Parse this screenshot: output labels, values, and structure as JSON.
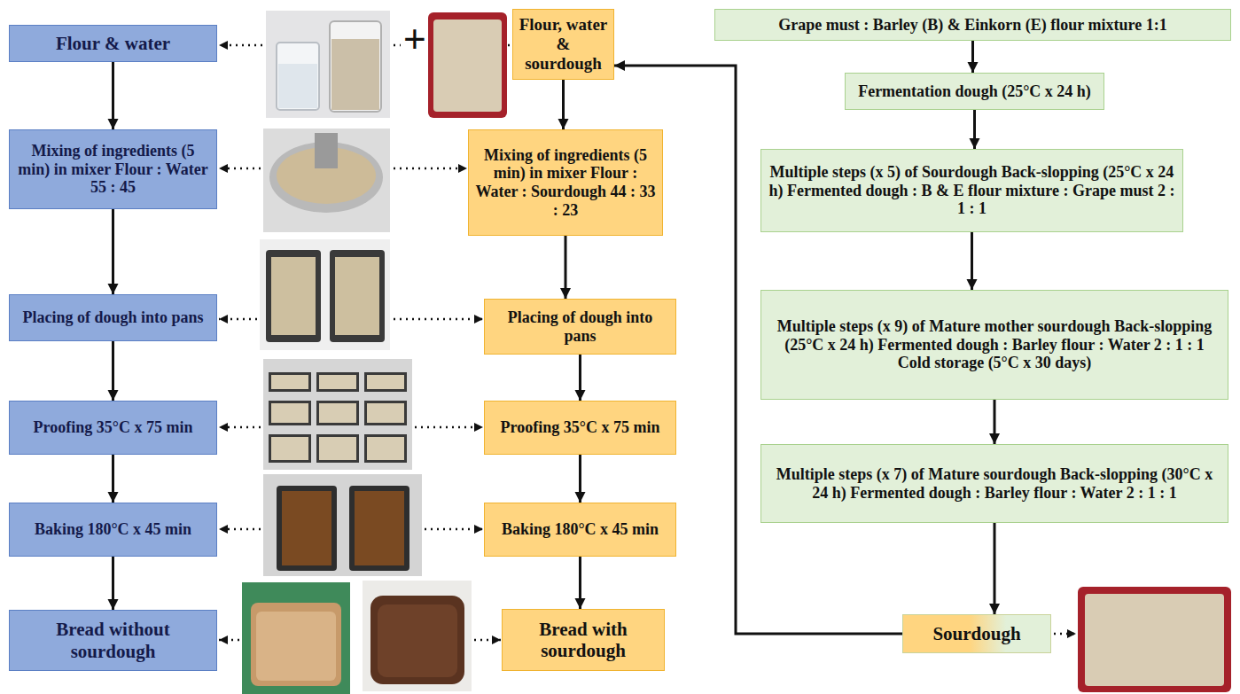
{
  "diagram": {
    "nodes": [
      {
        "text": [
          "Flour & water"
        ]
      },
      {
        "text": [
          "Mixing of ingredients (5 min) in mixer Flour : Water 55 : 45"
        ]
      },
      {
        "text": [
          "Placing of dough into pans"
        ]
      },
      {
        "text": [
          "Proofing 35°C x 75 min"
        ]
      },
      {
        "text": [
          "Baking 180°C x 45 min"
        ]
      },
      {
        "text": [
          "Bread without sourdough"
        ]
      },
      {
        "text": [
          "Flour, water & sourdough"
        ]
      },
      {
        "text": [
          "Mixing of ingredients (5 min) in mixer Flour : Water : Sourdough 44 : 33 : 23"
        ]
      },
      {
        "text": [
          "Placing of dough into pans"
        ]
      },
      {
        "text": [
          "Proofing 35°C x 75 min"
        ]
      },
      {
        "text": [
          "Baking 180°C x 45 min"
        ]
      },
      {
        "text": [
          "Bread with sourdough"
        ]
      },
      {
        "text": [
          "Grape must : Barley (B) & Einkorn (E) flour mixture 1:1"
        ]
      },
      {
        "text": [
          "Fermentation dough (25°C x 24 h)"
        ]
      },
      {
        "text": [
          "Multiple steps (x 5) of Sourdough Back-slopping (25°C x 24 h) Fermented dough : B & E flour mixture : Grape must 2 : 1 : 1"
        ]
      },
      {
        "text": [
          "Multiple steps (x 9) of Mature mother sourdough Back-slopping (25°C x 24 h) Fermented dough : Barley flour : Water 2 : 1 : 1 Cold storage (5°C x 30 days)"
        ]
      },
      {
        "text": [
          "Multiple steps (x 7) of Mature sourdough Back-slopping (30°C x 24 h) Fermented dough : Barley flour : Water 2 : 1 : 1"
        ]
      },
      {
        "text": [
          "Sourdough"
        ]
      }
    ],
    "edges": [
      {
        "from": 0,
        "to": 1,
        "arrow": "to"
      },
      {
        "from": 1,
        "to": 2,
        "arrow": "to"
      },
      {
        "from": 2,
        "to": 3,
        "arrow": "to"
      },
      {
        "from": 3,
        "to": 4,
        "arrow": "to"
      },
      {
        "from": 4,
        "to": 5,
        "arrow": "to"
      },
      {
        "from": 6,
        "to": 7,
        "arrow": "to"
      },
      {
        "from": 7,
        "to": 8,
        "arrow": "to"
      },
      {
        "from": 8,
        "to": 9,
        "arrow": "to"
      },
      {
        "from": 9,
        "to": 10,
        "arrow": "to"
      },
      {
        "from": 10,
        "to": 11,
        "arrow": "to"
      },
      {
        "from": 12,
        "to": 13,
        "arrow": "to"
      },
      {
        "from": 13,
        "to": 14,
        "arrow": "to"
      },
      {
        "from": 14,
        "to": 15,
        "arrow": "to"
      },
      {
        "from": 15,
        "to": 16,
        "arrow": "to"
      },
      {
        "from": 16,
        "to": 17,
        "arrow": "to"
      },
      {
        "from": 17,
        "to": 6,
        "arrow": "to"
      }
    ],
    "labels": [
      "+"
    ]
  }
}
